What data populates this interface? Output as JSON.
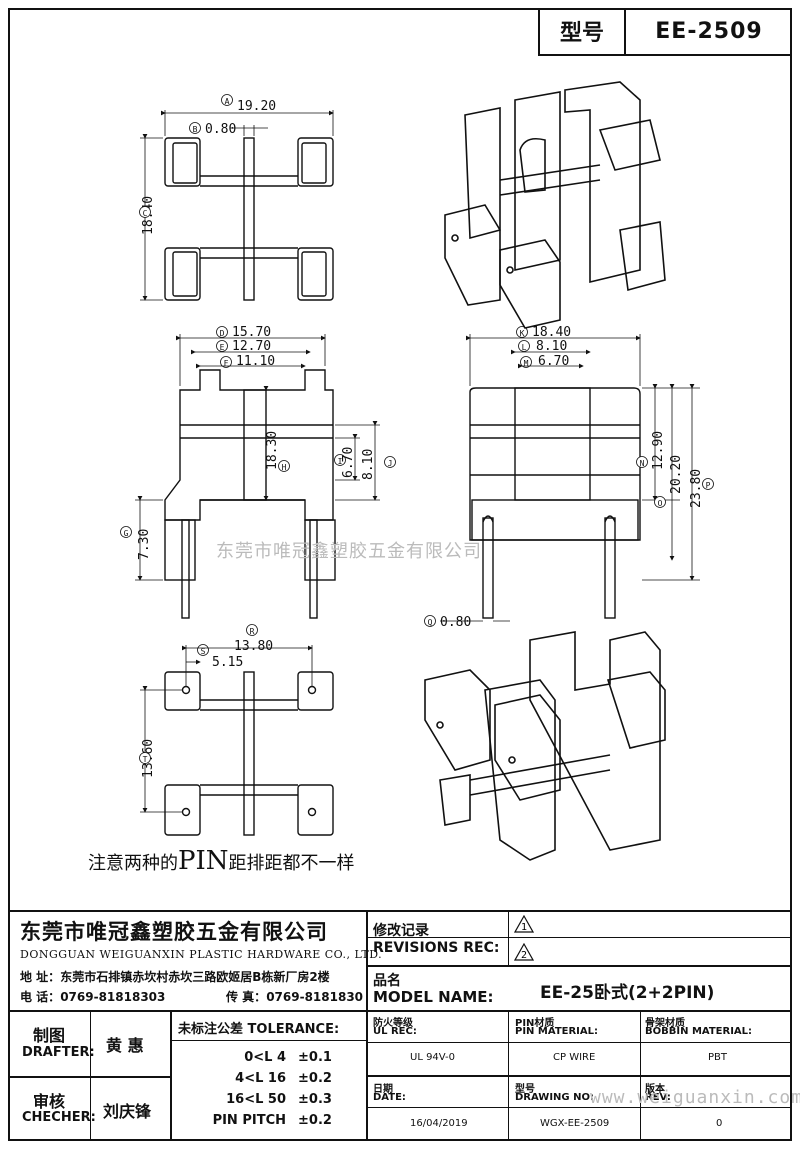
{
  "header": {
    "type_label": "型号",
    "type_value": "EE-2509"
  },
  "dims": {
    "A": "19.20",
    "B": "0.80",
    "C": "18.40",
    "D": "15.70",
    "E": "12.70",
    "F": "11.10",
    "H": "18.30",
    "I": "6.70",
    "J": "8.10",
    "G": "7.30",
    "K": "18.40",
    "L": "8.10",
    "M": "6.70",
    "N": "12.90",
    "O": "20.20",
    "P": "23.80",
    "Q": "0.80",
    "R": "13.80",
    "S": "5.15",
    "T": "13.60"
  },
  "letters": {
    "A": "A",
    "B": "B",
    "C": "C",
    "D": "D",
    "E": "E",
    "F": "F",
    "G": "G",
    "H": "H",
    "I": "I",
    "J": "J",
    "K": "K",
    "L": "L",
    "M": "M",
    "N": "N",
    "O": "O",
    "P": "P",
    "Q": "Q",
    "R": "R",
    "S": "S",
    "T": "T"
  },
  "note": {
    "pre": "注意两种的",
    "pin": "PIN",
    "post": "距排距都不一样"
  },
  "watermark": "东莞市唯冠鑫塑胶五金有限公司",
  "watermark_url": "www.weiguanxin.com",
  "company": {
    "name_cn": "东莞市唯冠鑫塑胶五金有限公司",
    "name_en": "DONGGUAN WEIGUANXIN PLASTIC HARDWARE CO., LTD.",
    "address_label": "地  址：",
    "address": "东莞市石排镇赤坎村赤坎三路欧姬居B栋新厂房2楼",
    "phone_label": "电  话：",
    "phone": "0769-81818303",
    "fax_label": "传  真：",
    "fax": "0769-8181830"
  },
  "revisions": {
    "label_cn": "修改记录",
    "label_en": "REVISIONS REC:",
    "rev1": "1",
    "rev2": "2"
  },
  "model": {
    "label_cn": "品名",
    "label_en": "MODEL NAME:",
    "value": "EE-25卧式(2+2PIN)"
  },
  "drafter": {
    "label_cn": "制图",
    "label_en": "DRAFTER:",
    "name": "黄  惠"
  },
  "checker": {
    "label_cn": "审核",
    "label_en": "CHECHER:",
    "name": "刘庆锋"
  },
  "tolerance": {
    "label": "未标注公差 TOLERANCE:",
    "rows": [
      {
        "range": "0<L  4",
        "value": "±0.1"
      },
      {
        "range": "4<L  16",
        "value": "±0.2"
      },
      {
        "range": "16<L  50",
        "value": "±0.3"
      },
      {
        "range": "PIN PITCH",
        "value": "±0.2"
      }
    ]
  },
  "ul": {
    "label_cn": "防火等级",
    "label_en": "UL REC:",
    "value": "UL 94V-0"
  },
  "pin_material": {
    "label_cn": "PIN材质",
    "label_en": "PIN MATERIAL:",
    "value": "CP WIRE"
  },
  "bobbin_material": {
    "label_cn": "骨架材质",
    "label_en": "BOBBIN MATERIAL:",
    "value": "PBT"
  },
  "date": {
    "label_cn": "日期",
    "label_en": "DATE:",
    "value": "16/04/2019"
  },
  "drawing_no": {
    "label_cn": "型号",
    "label_en": "DRAWING NO:",
    "value": "WGX-EE-2509"
  },
  "rev": {
    "label_cn": "版本",
    "label_en": "REV:",
    "value": "0"
  }
}
